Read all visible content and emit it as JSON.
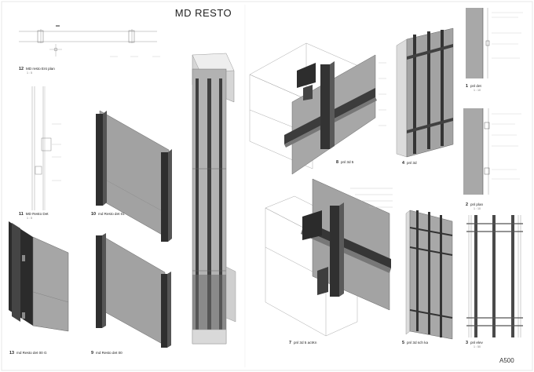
{
  "sheet": {
    "title": "MD RESTO",
    "sheet_number": "A500"
  },
  "views": [
    {
      "num": "12",
      "name": "MD resto Ent plan",
      "scale": "1 : 5"
    },
    {
      "num": "11",
      "name": "MD Resto Det",
      "scale": "1 : 5"
    },
    {
      "num": "10",
      "name": "md Resto det 01",
      "scale": ""
    },
    {
      "num": "13",
      "name": "md Resto det 00 G",
      "scale": ""
    },
    {
      "num": "9",
      "name": "md Resto det 00",
      "scale": ""
    },
    {
      "num": "8",
      "name": "pnl 3d 5",
      "scale": ""
    },
    {
      "num": "4",
      "name": "pnl 3d",
      "scale": ""
    },
    {
      "num": "7",
      "name": "pnl 3d 5 actKn",
      "scale": ""
    },
    {
      "num": "5",
      "name": "pnl 3d sch ka",
      "scale": ""
    },
    {
      "num": "1",
      "name": "pnl det",
      "scale": "1 : 10"
    },
    {
      "num": "2",
      "name": "pnl plan",
      "scale": "1 : 10"
    },
    {
      "num": "3",
      "name": "pnl elev",
      "scale": "1 : 50"
    }
  ],
  "colors": {
    "panel": "#9a9a9a",
    "panel_dark": "#5e5e5e",
    "steel": "#3a3a3a",
    "line": "#7a7a7a",
    "faint": "#bdbdbd"
  }
}
